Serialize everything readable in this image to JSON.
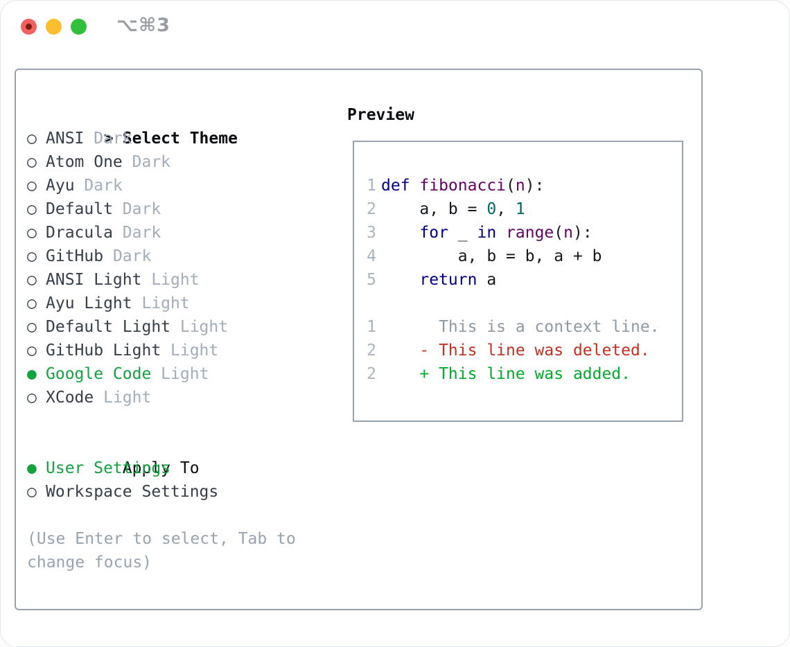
{
  "window": {
    "title": "⌥⌘3"
  },
  "glyphs": {
    "cursor": ">",
    "radio_unselected": "○",
    "radio_selected": "●"
  },
  "colors": {
    "keyword": "#000088",
    "function_name": "#660066",
    "literal": "#006666",
    "code_plain": "#14181f",
    "line_number": "#a9b3c0",
    "context": "#8f99a4",
    "deleted": "#c13020",
    "added": "#00ab27",
    "selected_green": "#12a23e",
    "item_name": "#363e4a",
    "variant_gray": "#a2acba",
    "hint_gray": "#98a3b1",
    "heading": "#0a0d12",
    "panel_border": "#99a3ae",
    "titlebar_gray": "#999ea3",
    "traffic_red": "#f2615e",
    "traffic_red_dot": "#7c1a15",
    "traffic_yellow": "#fcbd2e",
    "traffic_green": "#32c03c"
  },
  "theme_menu": {
    "header": "Select Theme",
    "items": [
      {
        "name": "ANSI",
        "variant": "Dark",
        "selected": false
      },
      {
        "name": "Atom One",
        "variant": "Dark",
        "selected": false
      },
      {
        "name": "Ayu",
        "variant": "Dark",
        "selected": false
      },
      {
        "name": "Default",
        "variant": "Dark",
        "selected": false
      },
      {
        "name": "Dracula",
        "variant": "Dark",
        "selected": false
      },
      {
        "name": "GitHub",
        "variant": "Dark",
        "selected": false
      },
      {
        "name": "ANSI Light",
        "variant": "Light",
        "selected": false
      },
      {
        "name": "Ayu Light",
        "variant": "Light",
        "selected": false
      },
      {
        "name": "Default Light",
        "variant": "Light",
        "selected": false
      },
      {
        "name": "GitHub Light",
        "variant": "Light",
        "selected": false
      },
      {
        "name": "Google Code",
        "variant": "Light",
        "selected": true
      },
      {
        "name": "XCode",
        "variant": "Light",
        "selected": false
      }
    ]
  },
  "apply_to": {
    "header": "Apply To",
    "options": [
      {
        "label": "User Settings",
        "selected": true
      },
      {
        "label": "Workspace Settings",
        "selected": false
      }
    ]
  },
  "hint": {
    "lines": [
      "(Use Enter to select, Tab to",
      "change focus)"
    ]
  },
  "preview": {
    "header": "Preview",
    "code_lines": [
      {
        "num": "1",
        "segments": [
          {
            "t": "def ",
            "c": "kw"
          },
          {
            "t": "fibonacci",
            "c": "fn"
          },
          {
            "t": "(",
            "c": "pl"
          },
          {
            "t": "n",
            "c": "fn"
          },
          {
            "t": "):",
            "c": "pl"
          }
        ]
      },
      {
        "num": "2",
        "segments": [
          {
            "t": "    a, b = ",
            "c": "pl"
          },
          {
            "t": "0",
            "c": "lit"
          },
          {
            "t": ", ",
            "c": "pl"
          },
          {
            "t": "1",
            "c": "lit"
          }
        ]
      },
      {
        "num": "3",
        "segments": [
          {
            "t": "    ",
            "c": "pl"
          },
          {
            "t": "for",
            "c": "kw"
          },
          {
            "t": " _ ",
            "c": "pl"
          },
          {
            "t": "in",
            "c": "kw"
          },
          {
            "t": " ",
            "c": "pl"
          },
          {
            "t": "range",
            "c": "fn"
          },
          {
            "t": "(",
            "c": "pl"
          },
          {
            "t": "n",
            "c": "fn"
          },
          {
            "t": "):",
            "c": "pl"
          }
        ]
      },
      {
        "num": "4",
        "segments": [
          {
            "t": "        a, b = b, a + b",
            "c": "pl"
          }
        ]
      },
      {
        "num": "5",
        "segments": [
          {
            "t": "    ",
            "c": "pl"
          },
          {
            "t": "return",
            "c": "kw"
          },
          {
            "t": " a",
            "c": "pl"
          }
        ]
      }
    ],
    "diff_lines": [
      {
        "num": "1",
        "segments": [
          {
            "t": "      This is a context line.",
            "c": "ctx"
          }
        ]
      },
      {
        "num": "2",
        "segments": [
          {
            "t": "    - This line was deleted.",
            "c": "del"
          }
        ]
      },
      {
        "num": "2",
        "segments": [
          {
            "t": "    + This line was added.",
            "c": "add"
          }
        ]
      }
    ]
  }
}
